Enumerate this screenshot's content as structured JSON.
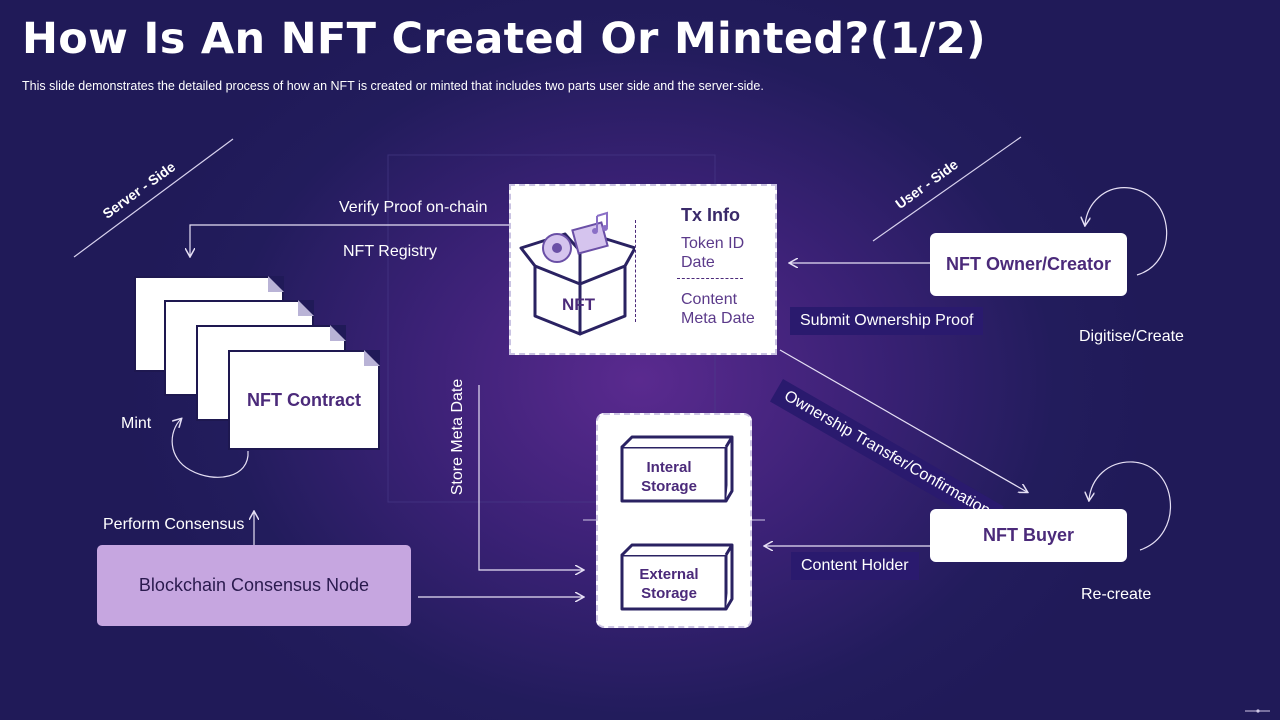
{
  "slide": {
    "title": "How Is An NFT Created Or Minted?(1/2)",
    "subtitle": "This slide demonstrates the detailed process of how an NFT is created or minted that includes two parts user side and the server-side."
  },
  "sides": {
    "server": "Server - Side",
    "user": "User - Side"
  },
  "labels": {
    "verify_proof": "Verify Proof on-chain",
    "nft_registry": "NFT Registry",
    "mint": "Mint",
    "perform_consensus": "Perform Consensus",
    "store_meta_date": "Store Meta Date",
    "digitise_create": "Digitise/Create",
    "re_create": "Re-create"
  },
  "tags": {
    "submit_ownership_proof": "Submit Ownership Proof",
    "ownership_transfer": "Ownership Transfer/Confirmation",
    "content_holder": "Content Holder"
  },
  "nodes": {
    "nft_contract": "NFT Contract",
    "consensus_node": "Blockchain Consensus Node",
    "owner_creator": "NFT Owner/Creator",
    "buyer": "NFT Buyer",
    "nft_box_label": "NFT"
  },
  "tx_info": {
    "heading": "Tx Info",
    "line1": "Token ID",
    "line2": "Date",
    "line3": "Content",
    "line4": "Meta Date"
  },
  "storage": {
    "internal_line1": "Interal",
    "internal_line2": "Storage",
    "external_line1": "External",
    "external_line2": "Storage"
  },
  "colors": {
    "background": "#221c5c",
    "accent_purple": "#4b2a7a",
    "consensus_fill": "#c6a6e0",
    "tag_fill": "#2a1a6e"
  }
}
